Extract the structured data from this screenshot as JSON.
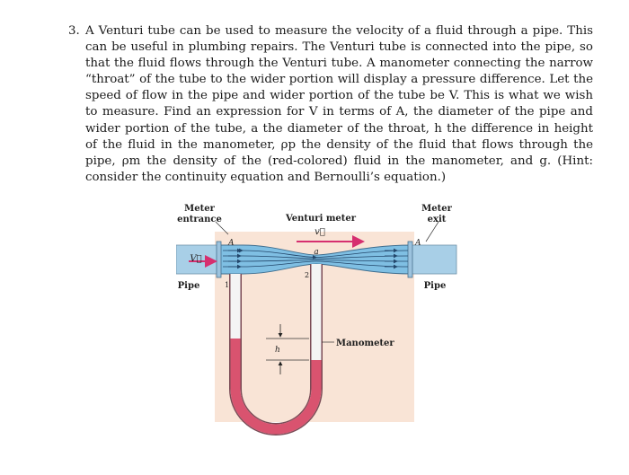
{
  "problem": {
    "number": "3.",
    "text": "A Venturi tube can be used to measure the velocity of a fluid through a pipe. This can be useful in plumbing repairs. The Venturi tube is connected into the pipe, so that the fluid flows through the Venturi tube. A manometer connecting the narrow “throat” of the tube to the wider portion will display a pressure difference. Let the speed of flow in the pipe and wider portion of the tube be V. This is what we wish to measure. Find an expression for V in terms of A, the diameter of the pipe and wider portion of the tube, a the diameter of the throat, h the difference in height of the fluid in the manometer, ρp the density of the fluid that flows through the pipe, ρm the density of the (red-colored) fluid in the manometer, and g. (Hint: consider the continuity equation and Bernoulli’s equation.)"
  },
  "figure": {
    "labels": {
      "meter_entrance_1": "Meter",
      "meter_entrance_2": "entrance",
      "venturi_meter": "Venturi meter",
      "meter_exit_1": "Meter",
      "meter_exit_2": "exit",
      "v_throat": "v⃗",
      "v_entrance": "V⃗",
      "area_left": "A",
      "area_right": "A",
      "area_throat": "a",
      "pipe_left": "Pipe",
      "pipe_right": "Pipe",
      "point_1": "1",
      "point_2": "2",
      "height": "h",
      "manometer": "Manometer"
    },
    "colors": {
      "background_panel": "#f9e4d6",
      "pipe_fluid": "#7fbfe3",
      "pipe_outer": "#a8cfe7",
      "manometer_fluid": "#d9536f",
      "velocity_arrow": "#d62f6f"
    }
  }
}
